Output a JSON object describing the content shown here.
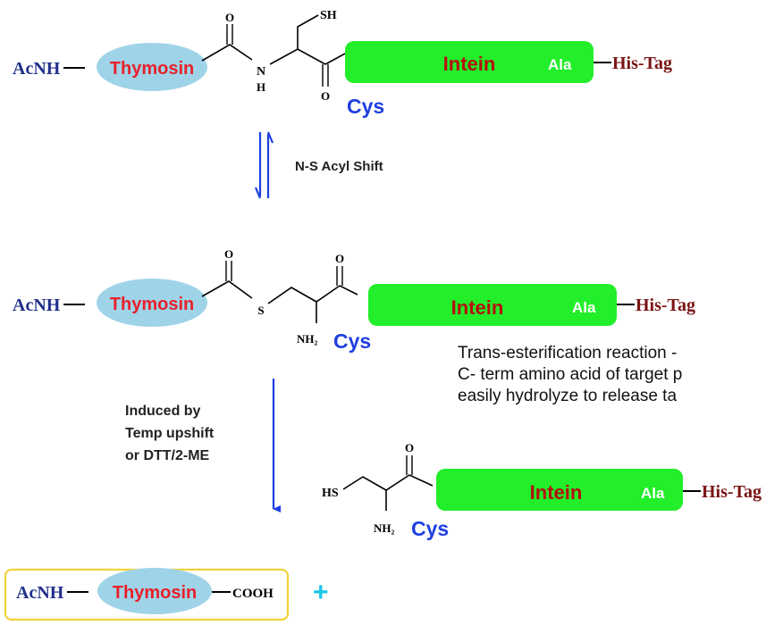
{
  "colors": {
    "navy": "#1f2f8a",
    "thymosin_red": "#e8202a",
    "intein_red": "#b40f0f",
    "his_tag": "#7a1414",
    "cys_blue": "#1f3fe0",
    "ellipse_fill": "#9fd3e8",
    "intein_green": "#22ee2a",
    "arrow_blue": "#1a3ee0",
    "box_yellow": "#f2d23a",
    "plus_cyan": "#19c6e6"
  },
  "row1": {
    "acnh": "AcNH",
    "thymosin": "Thymosin",
    "carbonyl_o": "O",
    "amide_n": "N",
    "amide_h": "H",
    "thiol": "SH",
    "ketone_o": "O",
    "cys": "Cys",
    "intein": "Intein",
    "ala": "Ala",
    "his_tag": "His-Tag"
  },
  "shift": {
    "label": "N-S Acyl Shift"
  },
  "row2": {
    "acnh": "AcNH",
    "thymosin": "Thymosin",
    "carbonyl_o": "O",
    "thioester_s": "S",
    "ketone_o": "O",
    "amine": "NH₂",
    "cys": "Cys",
    "intein": "Intein",
    "ala": "Ala",
    "his_tag": "His-Tag"
  },
  "note": {
    "line1": "Trans-esterification reaction -",
    "line2": "C- term amino acid of target p",
    "line3": "easily hydrolyze to release ta"
  },
  "induced": {
    "line1": "Induced by",
    "line2": "Temp upshift",
    "line3": "or DTT/2-ME"
  },
  "row3": {
    "hs": "HS",
    "ketone_o": "O",
    "amine": "NH₂",
    "cys": "Cys",
    "intein": "Intein",
    "ala": "Ala",
    "his_tag": "His-Tag"
  },
  "product": {
    "acnh": "AcNH",
    "thymosin": "Thymosin",
    "cooh": "COOH",
    "plus": "+"
  }
}
